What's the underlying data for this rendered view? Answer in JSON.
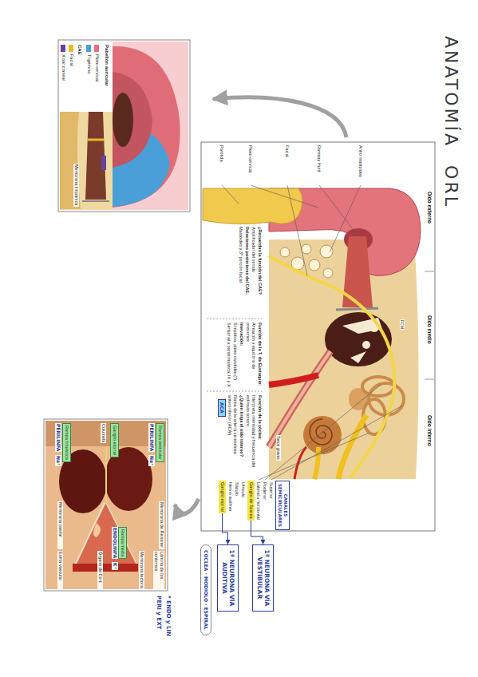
{
  "diagram": {
    "title": "ANATOMÍA ORL",
    "nodes": [
      {
        "text": [
          "CANALES SEMICIRCULARES"
        ]
      },
      {
        "text": [
          "Ganglio de Scarpa"
        ]
      },
      {
        "text": [
          "Ganglio espiral"
        ]
      },
      {
        "text": [
          "ACA"
        ]
      },
      {
        "text": [
          "1ª NEURONA VÍA VESTIBULAR"
        ]
      },
      {
        "text": [
          "1ª NEURONA VÍA AUDITIVA"
        ]
      },
      {
        "text": [
          "COCLEA · MODIOLO · ESPIRAL"
        ]
      },
      {
        "text": [
          "Rampa vestibular"
        ]
      },
      {
        "text": [
          "Ganglio espiral"
        ]
      },
      {
        "text": [
          "Rampa media"
        ]
      },
      {
        "text": [
          "Rampa timpánica"
        ]
      }
    ],
    "edges": [
      {
        "from": 1,
        "to": 4,
        "arrow": "to"
      },
      {
        "from": 2,
        "to": 5,
        "arrow": "to"
      }
    ],
    "labels": [
      "Oído externo",
      "Oído medio",
      "Oído interno",
      "Antro mastoideo",
      "Ramsay Hunt",
      "Facial",
      "Plexo cervical",
      "Parótida",
      "FCM",
      "¿Recuerdas la función del CAE?",
      "Amplificador del sonido",
      "Relaciones posteriores del CAE:",
      "Mastoides y 3ª porción facial",
      "Función de la T. de Eustaquio:",
      "Aireación y equilibrio de presiones",
      "Inervación:",
      "Simpática: plexo carotídeo (*)",
      "Sensorial y parasimpática: IX y X",
      "Función de la cóclea:",
      "Interpreta intensidad y frecuencia del estímulo sonoro",
      "¿Quién irriga el oído interno?",
      "Rama de la arteria cerebelosa anteroinferior (ACAI)",
      "Superior",
      "Posterior",
      "Lateral u horizontal",
      "Utrículo",
      "Sáculo",
      "Nervio auditivo",
      "Tonos graves",
      "Pabellón auricular",
      "CAE",
      "Membrana timpánica",
      "PERILINFA",
      "Na⁺",
      "Membrana de Reissner",
      "Lámina de los contornos",
      "Membrana tectoria",
      "Columela",
      "ENDOLINFA",
      "K⁺",
      "Órgano de Corti",
      "PERILINFA",
      "Na⁺",
      "Membrana basilar",
      "Estría vascular",
      "* ENDO y LIN",
      "PERI y EXT"
    ],
    "legend": [
      {
        "text": "Plexo cervical",
        "color": "#e8707e"
      },
      {
        "text": "Trigémino",
        "color": "#4a9fd8"
      },
      {
        "text": "Facial",
        "color": "#e8b830"
      },
      {
        "text": "X par craneal",
        "color": "#6b3fa0"
      }
    ]
  }
}
